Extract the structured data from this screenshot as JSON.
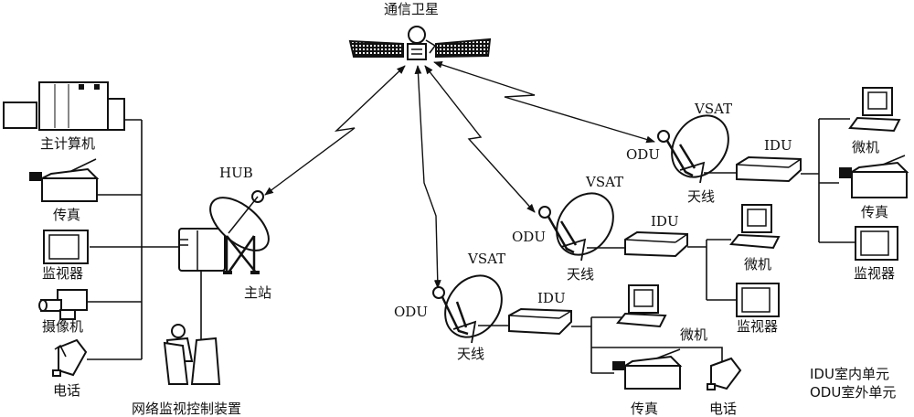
{
  "satellite": {
    "label": "通信卫星"
  },
  "hub_station": {
    "hub_label": "HUB",
    "station_label": "主站",
    "monitor_control_label": "网络监视控制装置",
    "devices": [
      {
        "id": "host",
        "label": "主计算机"
      },
      {
        "id": "fax",
        "label": "传真"
      },
      {
        "id": "monitor",
        "label": "监视器"
      },
      {
        "id": "camera",
        "label": "摄像机"
      },
      {
        "id": "phone",
        "label": "电话"
      }
    ]
  },
  "vsat_sites": [
    {
      "id": "vsat-1",
      "vsat_label": "VSAT",
      "odu_label": "ODU",
      "antenna_label": "天线",
      "idu_label": "IDU",
      "devices": [
        {
          "id": "pc",
          "label": "微机"
        },
        {
          "id": "fax",
          "label": "传真"
        },
        {
          "id": "phone",
          "label": "电话"
        }
      ]
    },
    {
      "id": "vsat-2",
      "vsat_label": "VSAT",
      "odu_label": "ODU",
      "antenna_label": "天线",
      "idu_label": "IDU",
      "devices": [
        {
          "id": "pc",
          "label": "微机"
        },
        {
          "id": "monitor",
          "label": "监视器"
        }
      ]
    },
    {
      "id": "vsat-3",
      "vsat_label": "VSAT",
      "odu_label": "ODU",
      "antenna_label": "天线",
      "idu_label": "IDU",
      "devices": [
        {
          "id": "pc",
          "label": "微机"
        },
        {
          "id": "fax",
          "label": "传真"
        },
        {
          "id": "monitor",
          "label": "监视器"
        }
      ]
    }
  ],
  "legend": {
    "idu": "IDU室内单元",
    "odu": "ODU室外单元"
  }
}
